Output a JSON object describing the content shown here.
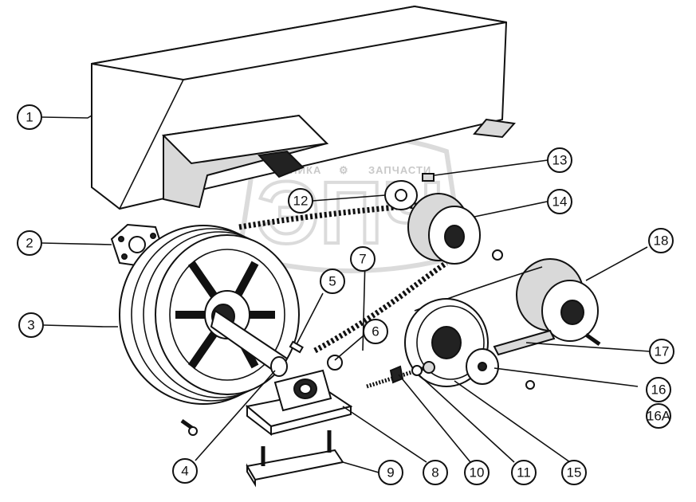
{
  "watermark": {
    "left_word": "ТЕХНИКА",
    "right_word": "ЗАПЧАСТИ",
    "logo_letters": "ЭПЧ",
    "logo_color": "#cccccc"
  },
  "callouts": [
    {
      "id": "1",
      "label": "1"
    },
    {
      "id": "2",
      "label": "2"
    },
    {
      "id": "3",
      "label": "3"
    },
    {
      "id": "4",
      "label": "4"
    },
    {
      "id": "5",
      "label": "5"
    },
    {
      "id": "6",
      "label": "6"
    },
    {
      "id": "7",
      "label": "7"
    },
    {
      "id": "8",
      "label": "8"
    },
    {
      "id": "9",
      "label": "9"
    },
    {
      "id": "10",
      "label": "10"
    },
    {
      "id": "11",
      "label": "11"
    },
    {
      "id": "12",
      "label": "12"
    },
    {
      "id": "13",
      "label": "13"
    },
    {
      "id": "14",
      "label": "14"
    },
    {
      "id": "15",
      "label": "15"
    },
    {
      "id": "16",
      "label": "16"
    },
    {
      "id": "16A",
      "label": "16A"
    },
    {
      "id": "17",
      "label": "17"
    },
    {
      "id": "18",
      "label": "18"
    }
  ]
}
